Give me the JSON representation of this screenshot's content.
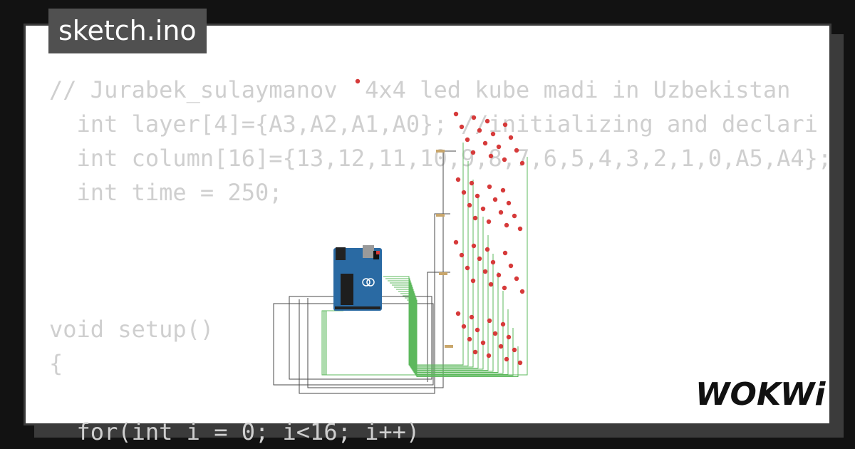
{
  "file_tab": {
    "name": "sketch.ino"
  },
  "code": {
    "lines": [
      "// Jurabek_sulaymanov  4x4 led kube madi in Uzbekistan",
      "  int layer[4]={A3,A2,A1,A0}; //initializing and declari",
      "  int column[16]={13,12,11,10,9,8,7,6,5,4,3,2,1,0,A5,A4};",
      "  int time = 250;",
      "",
      "",
      "",
      "void setup()",
      "{",
      "",
      "  for(int i = 0; i<16; i++)"
    ]
  },
  "brand": {
    "name": "WOKWi"
  },
  "colors": {
    "page_bg": "#121212",
    "card_bg": "#ffffff",
    "card_shadow": "#3b3b3b",
    "tab_bg": "#505050",
    "code_text": "#cfcfcf",
    "board": "#2a6aa3",
    "wire_green": "#5cb85c",
    "wire_dark": "#4a4a4a",
    "led_red": "#d63a3a"
  },
  "icons": {
    "board": "arduino-uno-board-icon",
    "led": "red-led-icon",
    "resistor": "resistor-icon",
    "logo": "wokwi-logo-icon"
  }
}
